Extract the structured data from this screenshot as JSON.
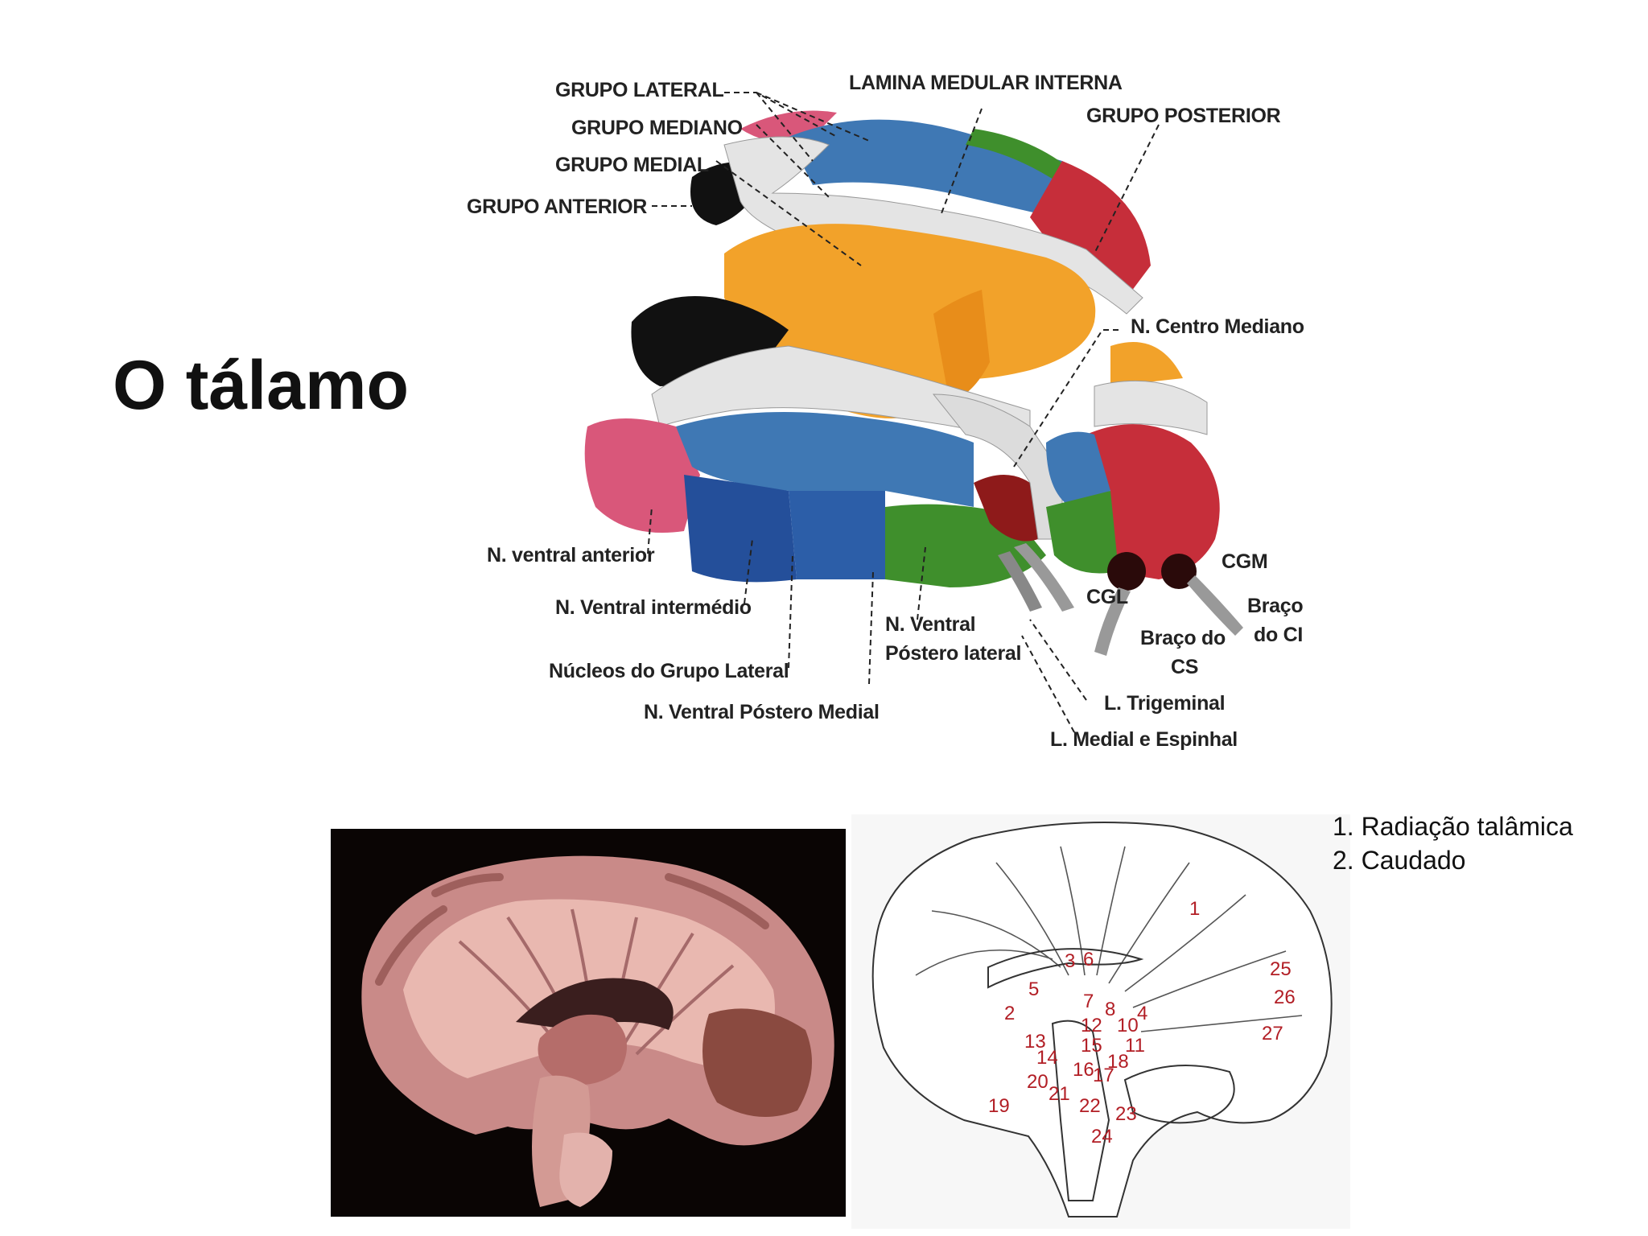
{
  "title": "O tálamo",
  "labels": {
    "grupo_lateral": "GRUPO LATERAL",
    "grupo_mediano": "GRUPO MEDIANO",
    "grupo_medial": "GRUPO MEDIAL",
    "grupo_anterior": "GRUPO ANTERIOR",
    "lamina": "LAMINA MEDULAR INTERNA",
    "grupo_posterior": "GRUPO POSTERIOR",
    "centro_mediano": "N. Centro Mediano",
    "ventral_anterior": "N. ventral anterior",
    "ventral_intermedio": "N. Ventral intermédio",
    "nucleos_lateral": "Núcleos do Grupo Lateral",
    "vpm": "N. Ventral Póstero Medial",
    "vpl_1": "N. Ventral",
    "vpl_2": "Póstero lateral",
    "cgm": "CGM",
    "cgl": "CGL",
    "braco_cs_1": "Braço do",
    "braco_cs_2": "CS",
    "braco_ci_1": "Braço",
    "braco_ci_2": "do CI",
    "trigeminal": "L. Trigeminal",
    "medial_espinhal": "L. Medial e Espinhal"
  },
  "legend": [
    "1. Radiação talâmica",
    "2. Caudado"
  ],
  "drawing_numbers": [
    "1",
    "2",
    "3",
    "4",
    "5",
    "6",
    "7",
    "8",
    "10",
    "11",
    "12",
    "13",
    "14",
    "15",
    "16",
    "17",
    "18",
    "19",
    "20",
    "21",
    "22",
    "23",
    "24",
    "25",
    "26",
    "27"
  ],
  "colors": {
    "pink": "#d9577a",
    "blue": "#3f78b4",
    "darkblue": "#244f9a",
    "orange": "#f2a22a",
    "red": "#c62e3a",
    "green": "#3f8f2c",
    "black": "#111111",
    "white_matter": "#e4e4e4",
    "num_red": "#b21e25"
  }
}
